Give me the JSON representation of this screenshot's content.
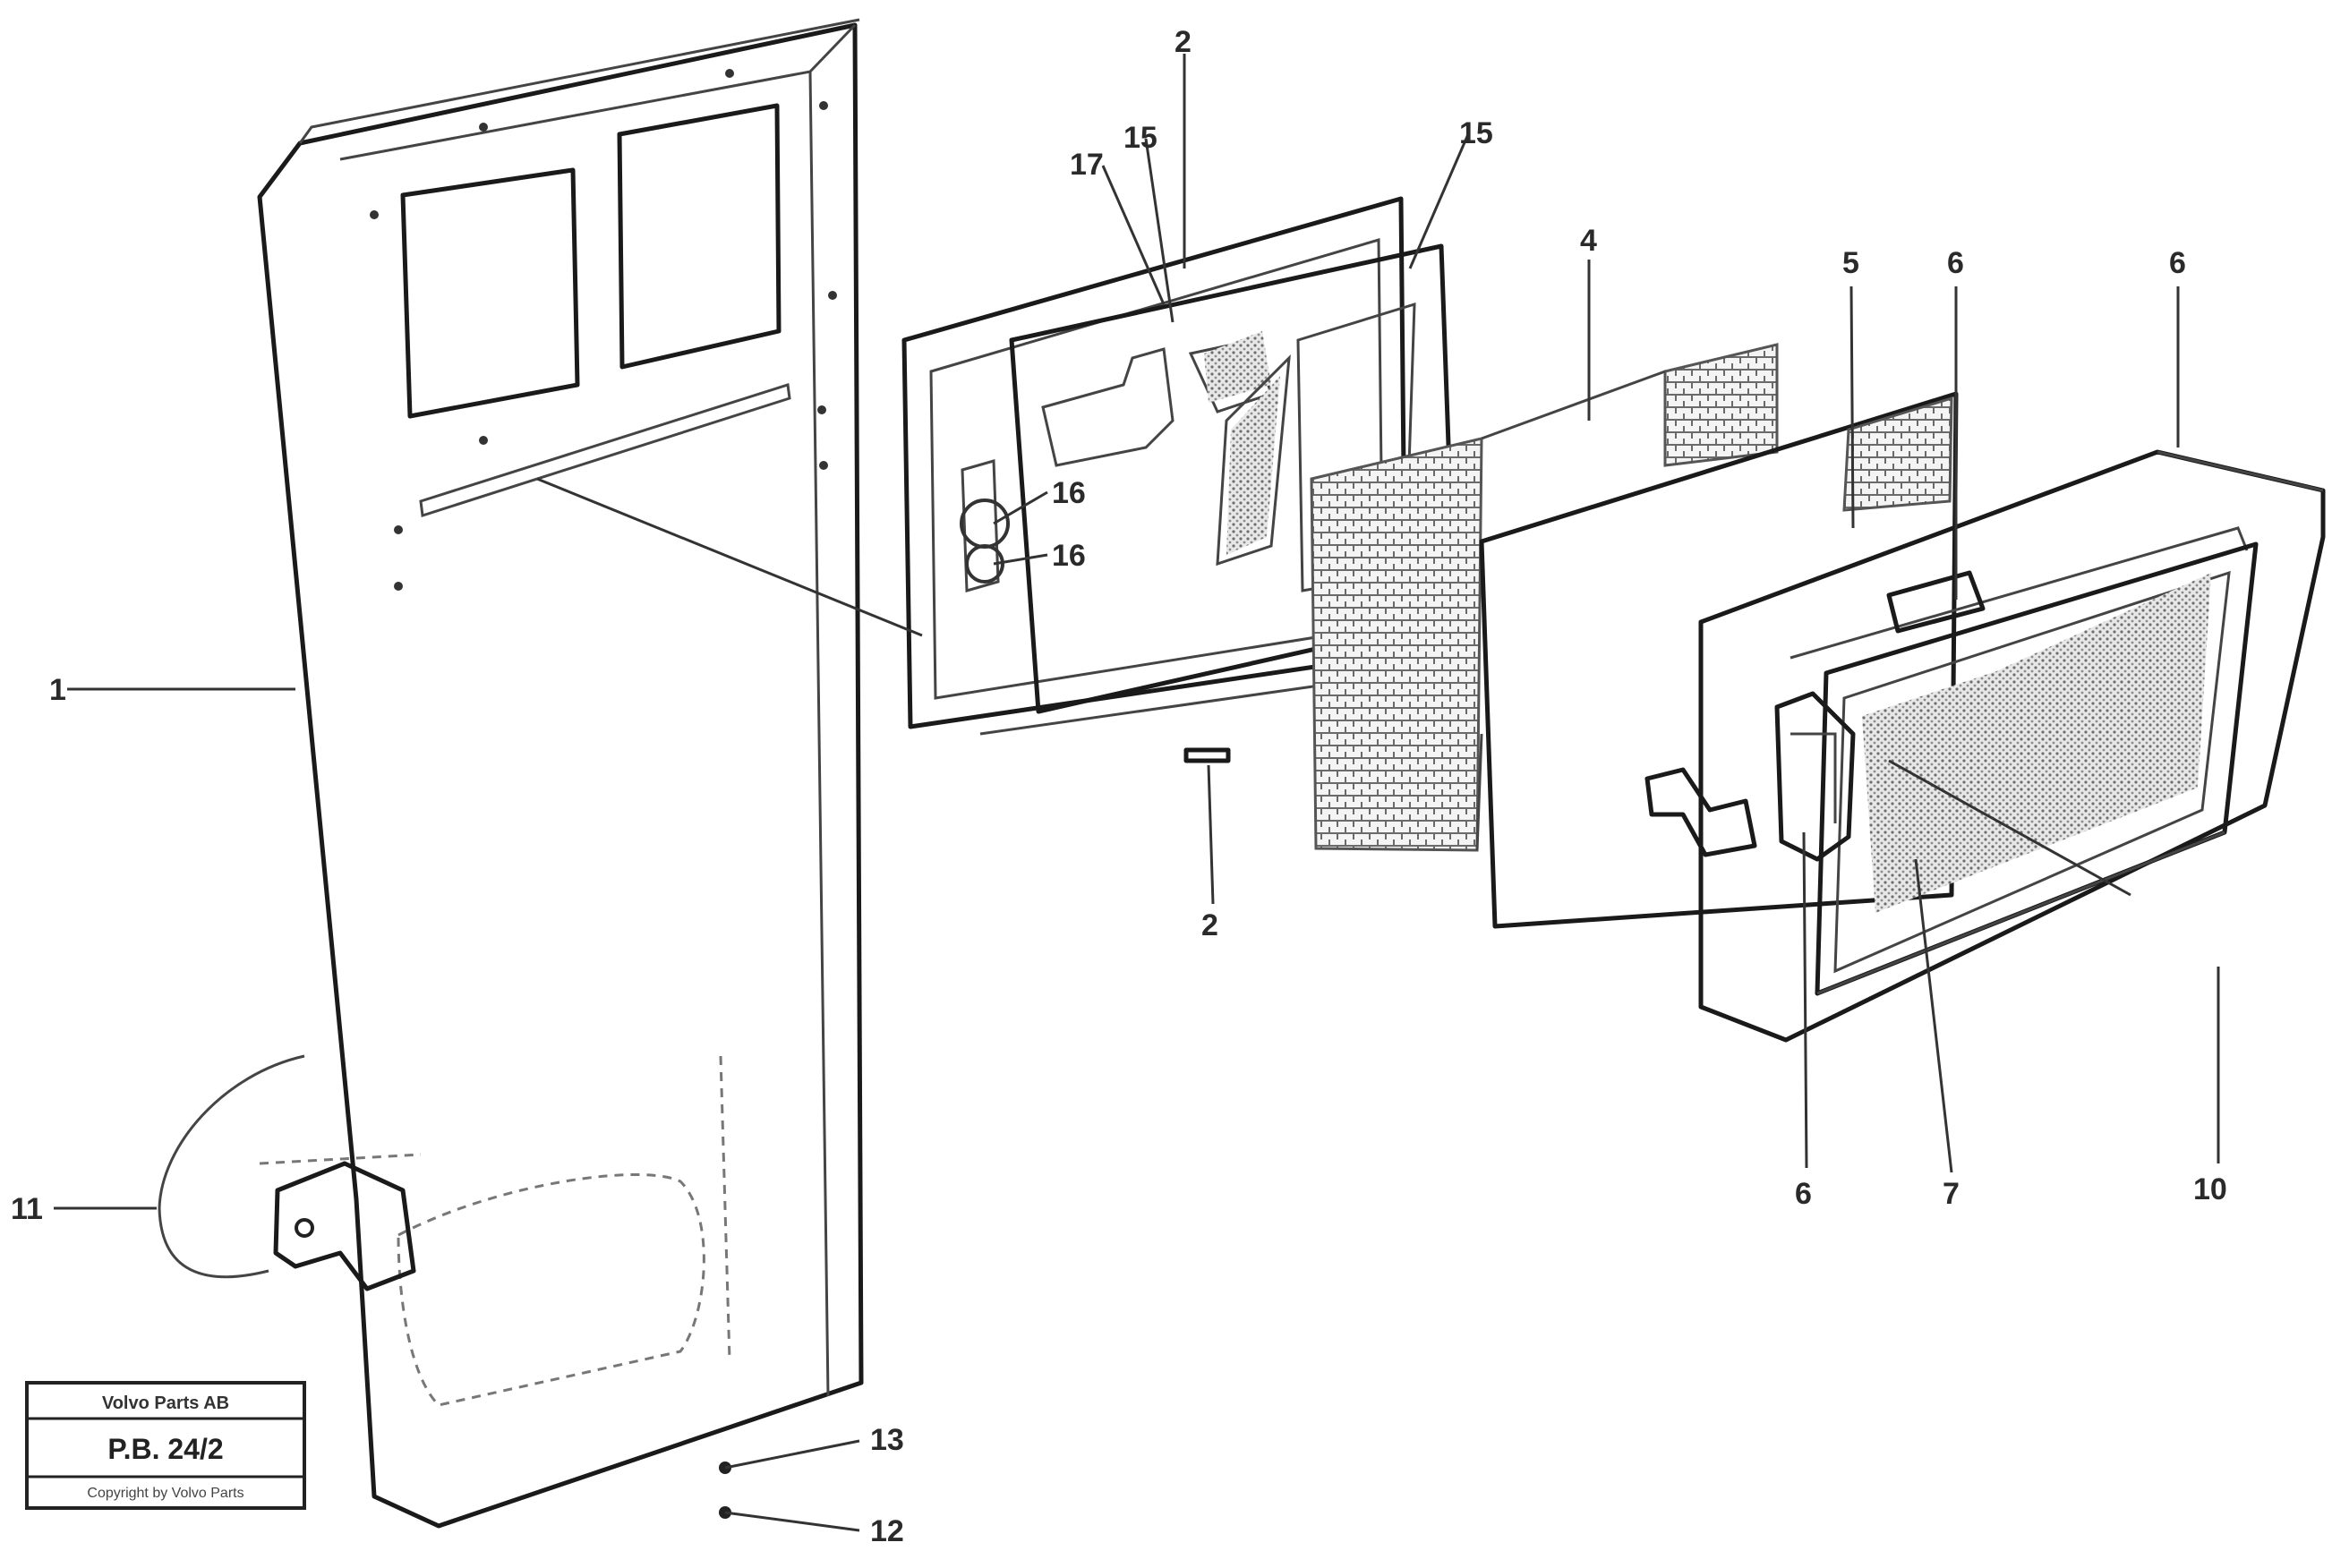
{
  "callouts": {
    "c1": "1",
    "c2_top": "2",
    "c2_bottom": "2",
    "c4": "4",
    "c5": "5",
    "c6_top_a": "6",
    "c6_top_b": "6",
    "c6_bottom": "6",
    "c7": "7",
    "c10": "10",
    "c11": "11",
    "c12": "12",
    "c13": "13",
    "c15_a": "15",
    "c15_b": "15",
    "c16_a": "16",
    "c16_b": "16",
    "c17": "17"
  },
  "stamp": {
    "line1": "Volvo Parts AB",
    "line2": "P.B. 24/2",
    "line3": "Copyright by Volvo Parts"
  }
}
